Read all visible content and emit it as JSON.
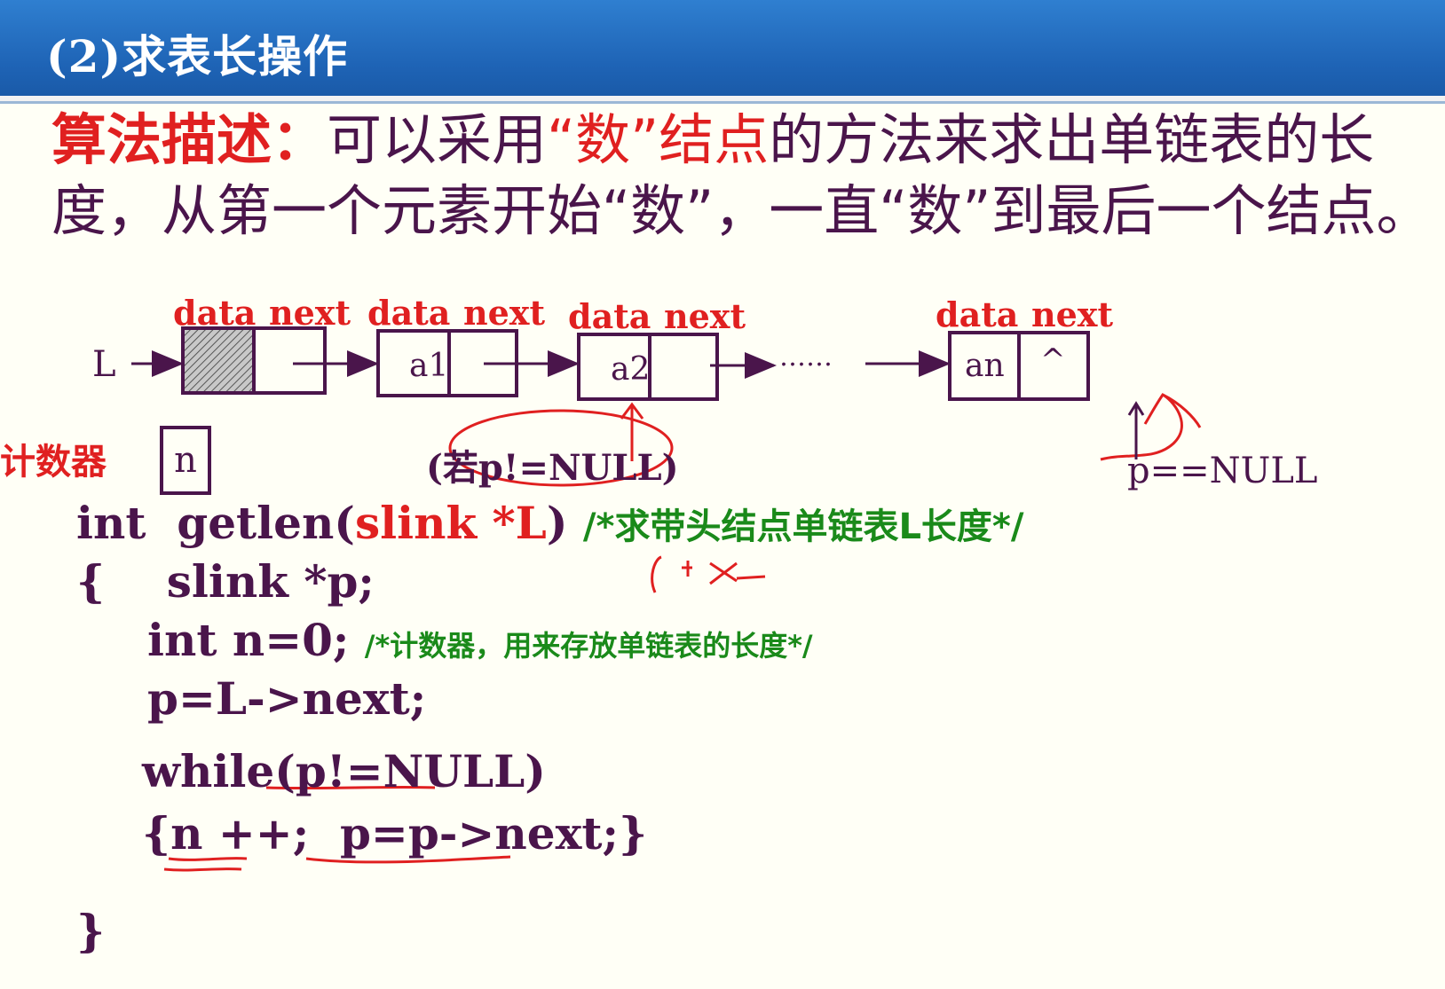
{
  "header": {
    "title": "(2)求表长操作"
  },
  "desc": {
    "label": "算法描述：",
    "t1": "可以采用",
    "t2": "“数”结点",
    "t3": "的方法来求出单链表的长度，从第一个元素开始“数”，一直“数”到最后一个结点。"
  },
  "diagram": {
    "head_label": "L",
    "field_data": "data",
    "field_next": "next",
    "nodes": [
      "a1",
      "a2",
      "an"
    ],
    "ellipsis": "……",
    "null_symbol": "^",
    "counter_label": "计数器",
    "counter_var": "n",
    "cond_note": "(若p!=NULL)",
    "end_note": "p==NULL"
  },
  "code": {
    "l1_kw": "int",
    "l1_fn": "getlen(",
    "l1_param": "slink *L",
    "l1_close": ")",
    "l1_comment": "/*求带头结点单链表L长度*/",
    "l2": "{    slink *p;",
    "l3": "int n=0;",
    "l3_comment": "/*计数器，用来存放单链表的长度*/",
    "l4": "p=L->next;",
    "l5": "while(p!=NULL)",
    "l6": "{n ++;  p=p->next;}",
    "l7": "}"
  },
  "colors": {
    "header_bg": "#1e63b5",
    "text": "#4a154b",
    "accent": "#e02020",
    "comment": "#1a8a1a"
  }
}
